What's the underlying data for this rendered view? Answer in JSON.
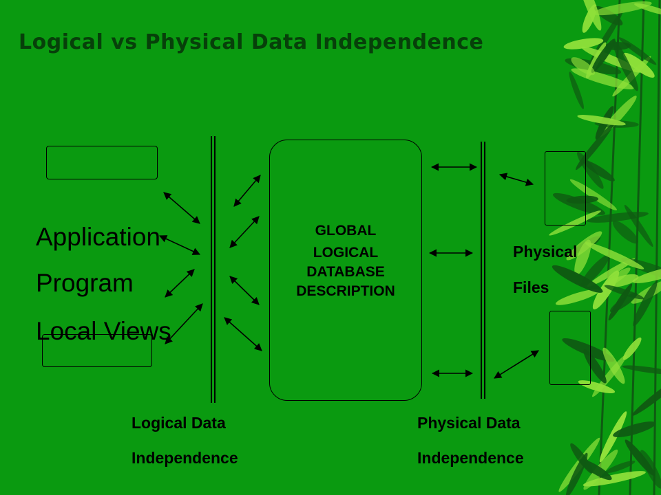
{
  "slide": {
    "title": "Logical vs Physical Data Independence"
  },
  "left_labels": {
    "line1": "Application",
    "line2": "Program",
    "line3": "Local Views"
  },
  "global_box": {
    "line1": "GLOBAL",
    "line2": "LOGICAL",
    "line3": "DATABASE",
    "line4": "DESCRIPTION"
  },
  "physical_files": {
    "line1": "Physical",
    "line2": "Files"
  },
  "logical_independence": {
    "line1": "Logical Data",
    "line2": "Independence"
  },
  "physical_independence": {
    "line1": "Physical Data",
    "line2": "Independence"
  },
  "colors": {
    "background": "#0a9a10",
    "title": "#07400a",
    "foliage_light": "#8fe03a",
    "foliage_dark": "#0f5a12"
  }
}
